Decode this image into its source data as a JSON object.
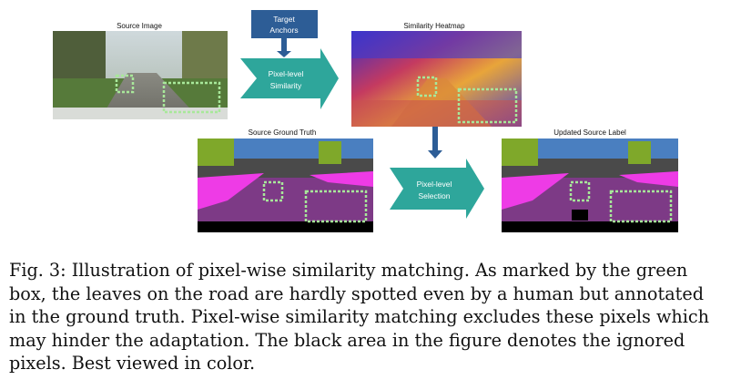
{
  "figure": {
    "panels": {
      "source_image": {
        "title": "Source Image"
      },
      "similarity_heatmap": {
        "title": "Similarity Heatmap"
      },
      "source_ground_truth": {
        "title": "Source Ground Truth"
      },
      "updated_source_label": {
        "title": "Updated Source Label"
      }
    },
    "target_anchors": {
      "line1": "Target",
      "line2": "Anchors"
    },
    "pixel_similarity": {
      "line1": "Pixel-level",
      "line2": "Similarity"
    },
    "pixel_selection": {
      "line1": "Pixel-level",
      "line2": "Selection"
    },
    "colors": {
      "teal": "#2ea69b",
      "blue_box": "#2d5d96",
      "arrow_blue": "#2d5d96",
      "dotted_green": "#a8e89a",
      "road": "#7d3a86",
      "sidewalk": "#ee3be6",
      "vegetation": "#7fa82a",
      "sky": "#4a7fc0",
      "building": "#4a4a4a"
    }
  },
  "caption": {
    "lines": [
      "Fig. 3: Illustration of pixel-wise similarity matching. As marked by the green",
      "box, the leaves on the road are hardly spotted even by a human but annotated",
      "in the ground truth. Pixel-wise similarity matching excludes these pixels which",
      "may hinder the adaptation. The black area in the figure denotes the ignored",
      "pixels. Best viewed in color."
    ]
  }
}
